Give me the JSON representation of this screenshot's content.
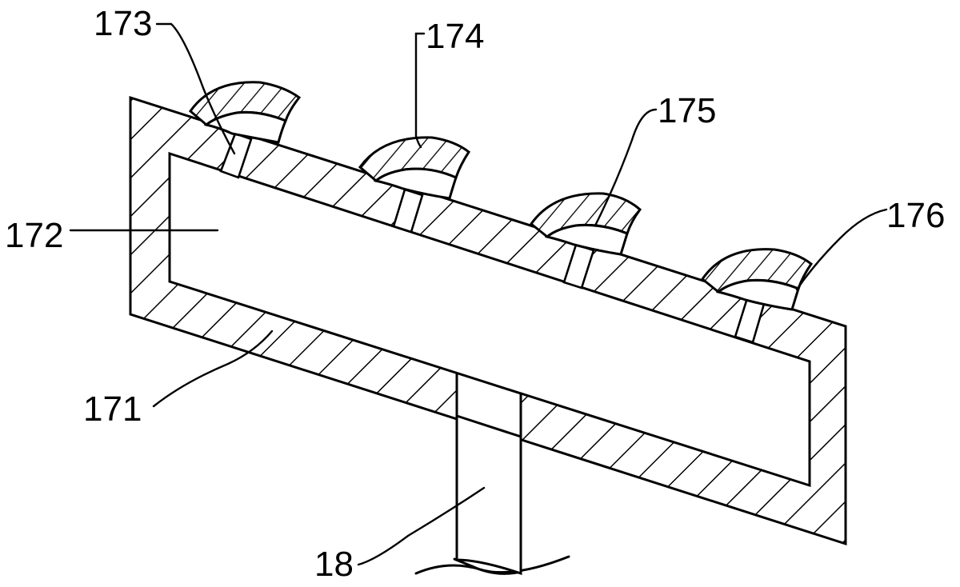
{
  "labels": {
    "l171": "171",
    "l172": "172",
    "l173": "173",
    "l174": "174",
    "l175": "175",
    "l176": "176",
    "l18": "18"
  }
}
